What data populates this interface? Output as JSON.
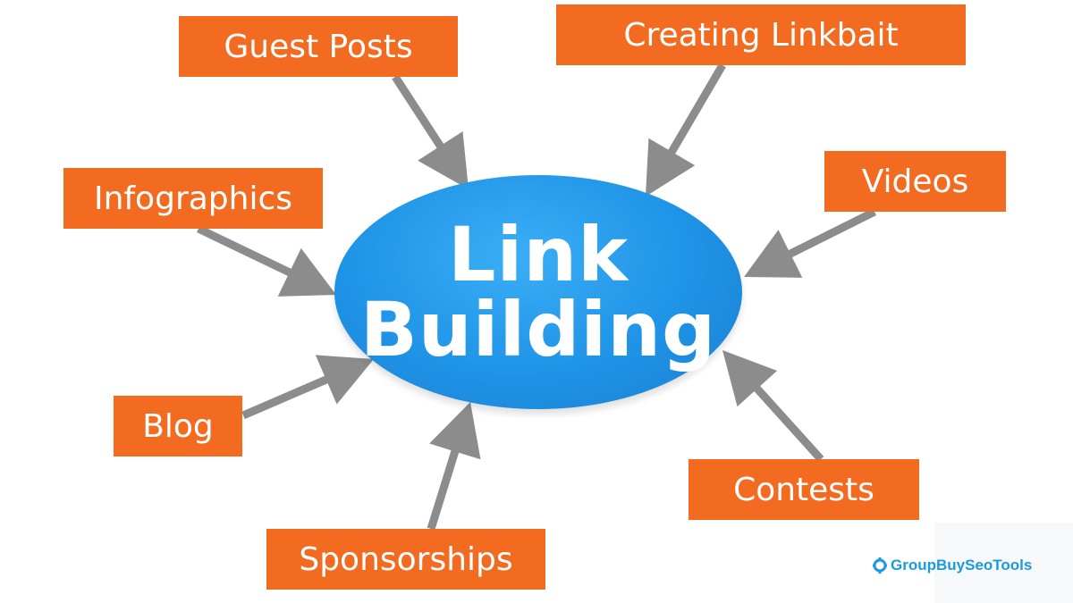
{
  "colors": {
    "box": "#f26b21",
    "hub": "#1f93e6",
    "arrow": "#8c8c8c",
    "watermark": "#1a9ae0"
  },
  "hub": {
    "line1": "Link",
    "line2": "Building"
  },
  "nodes": [
    {
      "id": "guest-posts",
      "label": "Guest Posts"
    },
    {
      "id": "creating-linkbait",
      "label": "Creating Linkbait"
    },
    {
      "id": "infographics",
      "label": "Infographics"
    },
    {
      "id": "videos",
      "label": "Videos"
    },
    {
      "id": "blog",
      "label": "Blog"
    },
    {
      "id": "contests",
      "label": "Contests"
    },
    {
      "id": "sponsorships",
      "label": "Sponsorships"
    }
  ],
  "watermark": {
    "text": "GroupBuySeoTools",
    "icon": "gear-icon"
  }
}
